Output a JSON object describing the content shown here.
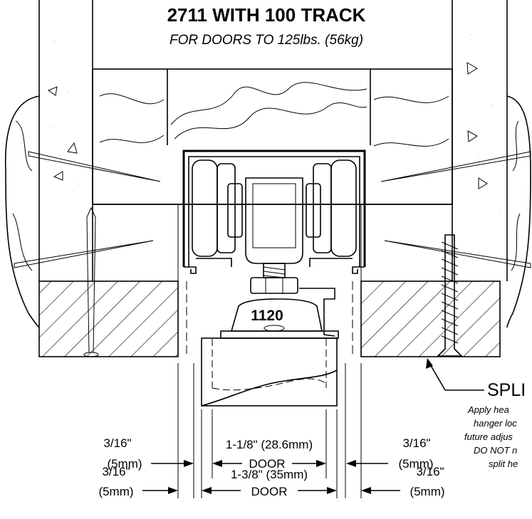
{
  "title": "2711 WITH 100 TRACK",
  "subtitle": "FOR DOORS TO 125lbs. (56kg)",
  "hanger_label": "1120",
  "split_header": {
    "label": "SPLI",
    "note_lines": [
      "Apply hea",
      "hanger loc",
      "future adjus",
      "DO NOT n",
      "split he"
    ]
  },
  "dimensions": {
    "left_upper": {
      "frac": "3/16\"",
      "metric": "(5mm)"
    },
    "left_lower": {
      "frac": "3/16\"",
      "metric": "(5mm)"
    },
    "right_upper": {
      "frac": "3/16\"",
      "metric": "(5mm)"
    },
    "right_lower": {
      "frac": "3/16\"",
      "metric": "(5mm)"
    },
    "door_upper": {
      "size": "1-1/8\" (28.6mm)",
      "label": "DOOR"
    },
    "door_lower": {
      "size": "1-3/8\" (35mm)",
      "label": "DOOR"
    }
  }
}
